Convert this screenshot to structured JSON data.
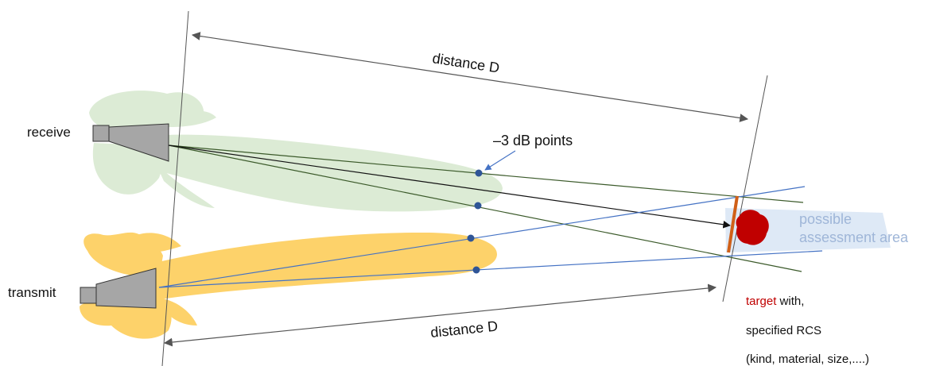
{
  "labels": {
    "receive": "receive",
    "transmit": "transmit",
    "distance_top": "distance D",
    "distance_bottom": "distance D",
    "db_points": "–3 dB points",
    "possible_line1": "possible",
    "possible_line2": "assessment area",
    "target_word": "target",
    "target_rest": " with,",
    "specified_rcs": "specified RCS",
    "kind_material": "(kind, material, size,....)"
  },
  "colors": {
    "receive_lobe": "#dcebd5",
    "transmit_lobe": "#fdd26a",
    "assessment_area": "#dce8f5",
    "assessment_text": "#9fb6d8",
    "target_fill": "#c00000",
    "target_word": "#c00000",
    "target_plane": "#d06018",
    "rx_lines": "#3b5a2a",
    "tx_lines": "#4472c4",
    "marker": "#2f5597",
    "antenna": "#a6a6a6"
  },
  "icons": {
    "receive_antenna": "horn-antenna-icon",
    "transmit_antenna": "horn-antenna-icon",
    "target": "target-blob-icon"
  }
}
